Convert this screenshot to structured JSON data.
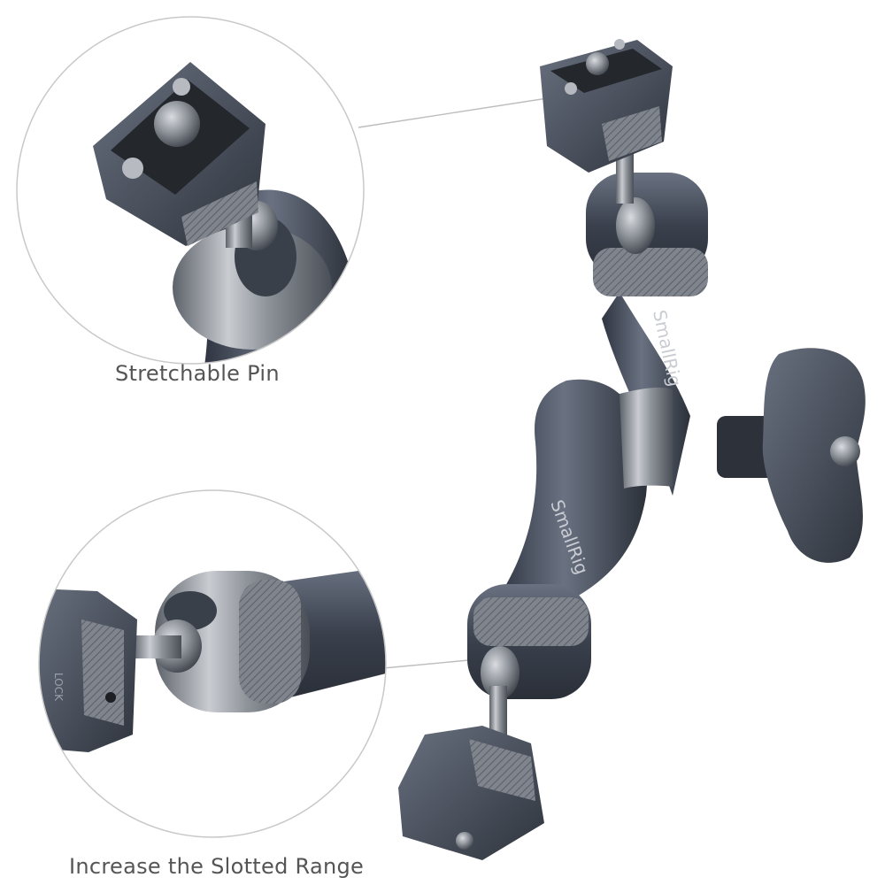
{
  "callouts": [
    {
      "label": "Stretchable Pin"
    },
    {
      "label": "Increase the Slotted Range"
    }
  ],
  "product": {
    "brand_mark": "SmallRig",
    "engraving": "LOCK"
  },
  "colors": {
    "background": "#ffffff",
    "caption_text": "#555555",
    "callout_circle": "#c8c8c8",
    "metal_dark": "#3b4250",
    "metal_mid": "#596171",
    "metal_silver": "#a7abb1",
    "pad_black": "#24272c"
  }
}
